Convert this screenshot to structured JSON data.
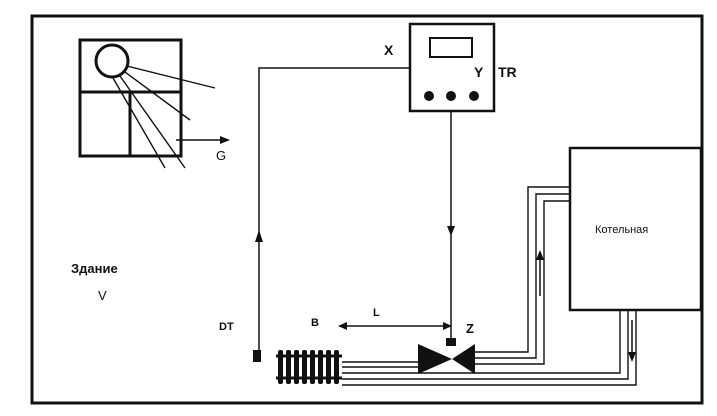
{
  "labels": {
    "x": "X",
    "y": "Y",
    "tr": "TR",
    "g": "G",
    "building": "Здание",
    "v": "V",
    "dt": "DT",
    "b": "B",
    "l": "L",
    "z": "Z",
    "boiler": "Котельная"
  },
  "colors": {
    "ink": "#111111",
    "background": "#ffffff"
  }
}
